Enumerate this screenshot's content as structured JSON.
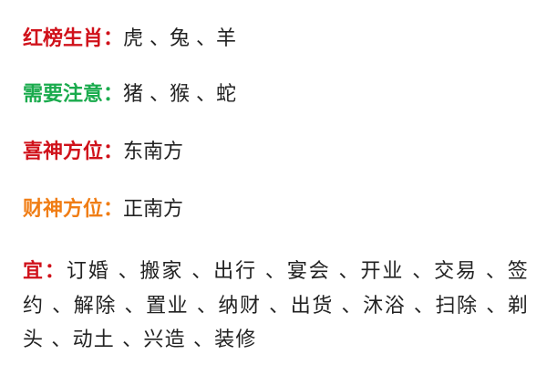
{
  "rows": [
    {
      "label": "红榜生肖：",
      "value": "虎 、兔 、羊",
      "color": "#d0121b"
    },
    {
      "label": "需要注意：",
      "value": "猪 、猴 、蛇",
      "color": "#1aab4d"
    },
    {
      "label": "喜神方位：",
      "value": "东南方",
      "color": "#d0121b"
    },
    {
      "label": "财神方位：",
      "value": "正南方",
      "color": "#f07d14"
    }
  ],
  "yi": {
    "label": "宜：",
    "color": "#d0121b",
    "value": "订婚 、搬家 、出行 、宴会 、开业 、交易 、签约 、解除 、置业 、纳财 、出货 、沐浴 、扫除 、剃头 、动土 、兴造 、装修"
  }
}
